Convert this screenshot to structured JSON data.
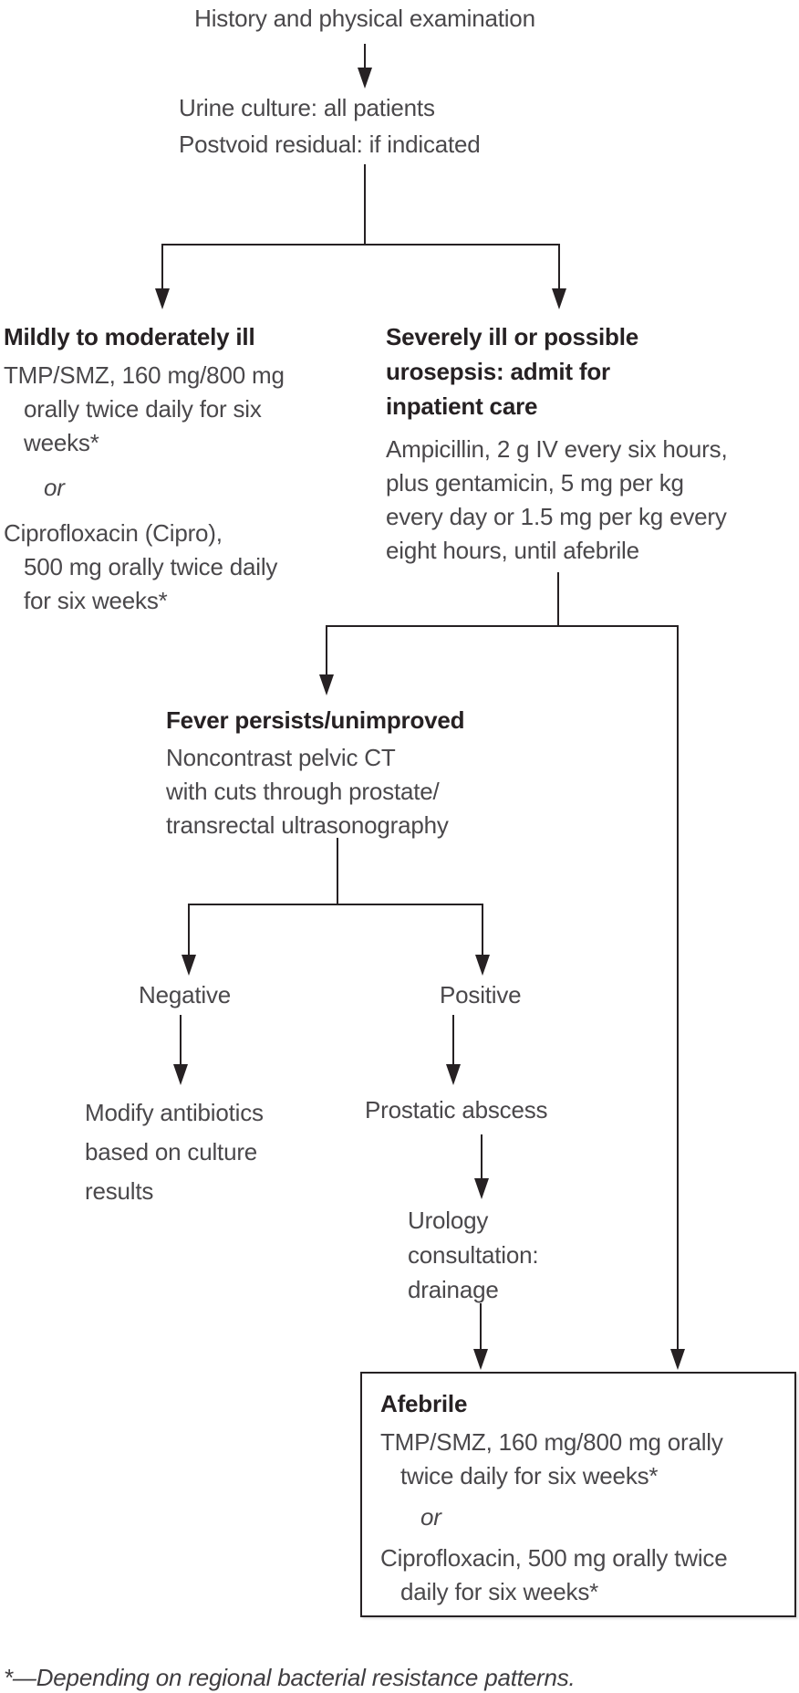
{
  "palette": {
    "background": "#ffffff",
    "body_text": "#4a484b",
    "heading_text": "#262123",
    "line_color": "#262123"
  },
  "flowchart": {
    "history": {
      "label": "History and physical examination"
    },
    "intake": {
      "line1": "Urine culture: all patients",
      "line2": "Postvoid residual: if indicated"
    },
    "mild": {
      "heading": "Mildly to moderately ill",
      "l1": "TMP/SMZ, 160 mg/800 mg",
      "l2": "orally twice daily for six",
      "l3": "weeks*",
      "or": "or",
      "l4": "Ciprofloxacin (Cipro),",
      "l5": "500 mg orally twice daily",
      "l6": "for six weeks*"
    },
    "severe": {
      "h1": "Severely ill or possible",
      "h2": "urosepsis: admit for",
      "h3": "inpatient care",
      "b1": "Ampicillin, 2 g IV every six hours,",
      "b2": "plus gentamicin, 5 mg per kg",
      "b3": "every day or 1.5 mg per kg every",
      "b4": "eight hours, until afebrile"
    },
    "fever": {
      "heading": "Fever persists/unimproved",
      "l1": "Noncontrast pelvic CT",
      "l2": "with cuts through prostate/",
      "l3": "transrectal ultrasonography"
    },
    "negative": {
      "label": "Negative"
    },
    "positive": {
      "label": "Positive"
    },
    "modify": {
      "l1": "Modify antibiotics",
      "l2": "based on culture",
      "l3": "results"
    },
    "abscess": {
      "label": "Prostatic abscess"
    },
    "urology": {
      "l1": "Urology",
      "l2": "consultation:",
      "l3": "drainage"
    },
    "afebrile": {
      "heading": "Afebrile",
      "l1": "TMP/SMZ, 160 mg/800 mg orally",
      "l2": "twice daily for six weeks*",
      "or": "or",
      "l3": "Ciprofloxacin, 500 mg orally twice",
      "l4": "daily for six weeks*"
    }
  },
  "footnote": {
    "text": "*—Depending on regional bacterial resistance patterns."
  }
}
